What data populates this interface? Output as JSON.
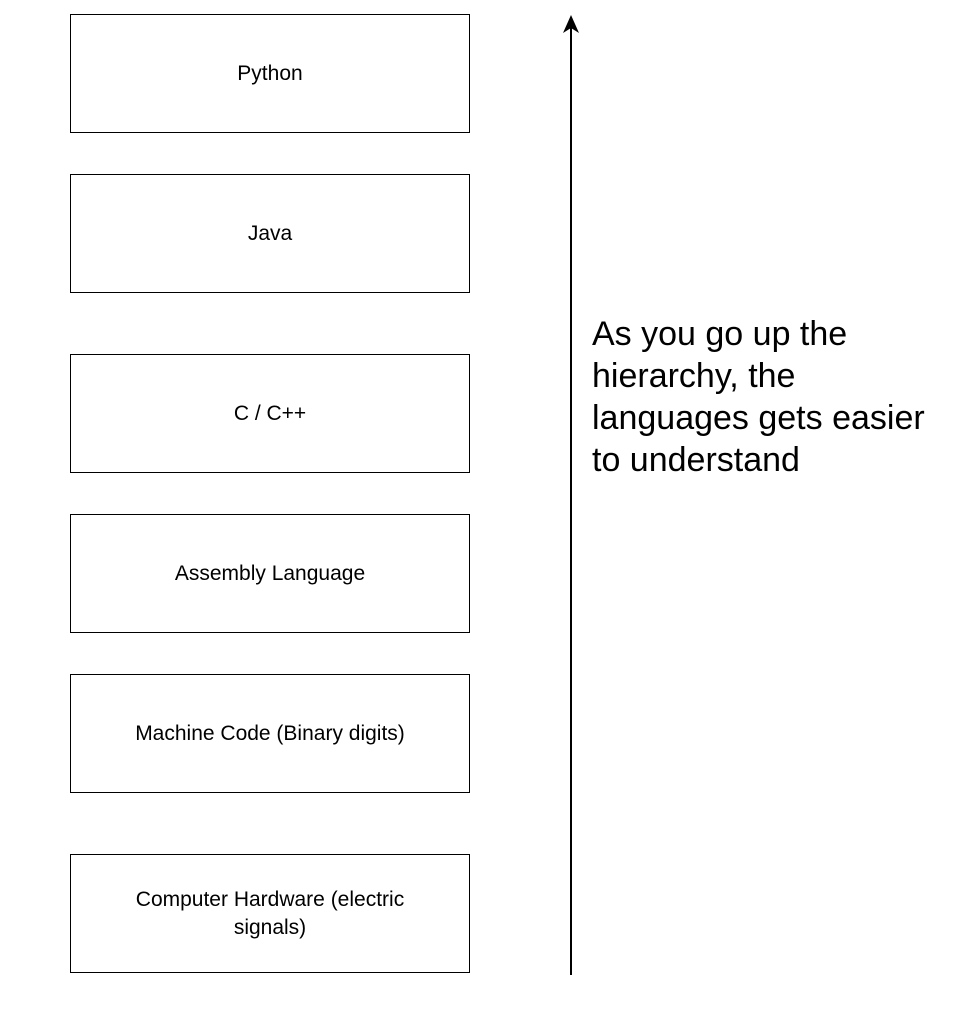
{
  "layers": [
    {
      "label": "Python"
    },
    {
      "label": "Java"
    },
    {
      "label": "C / C++"
    },
    {
      "label": "Assembly Language"
    },
    {
      "label": "Machine Code (Binary digits)"
    },
    {
      "label": "Computer Hardware (electric signals)"
    }
  ],
  "annotation": "As you go up the hierarchy, the languages gets easier to understand",
  "colors": {
    "stroke": "#000000",
    "background": "#ffffff",
    "text": "#000000"
  }
}
